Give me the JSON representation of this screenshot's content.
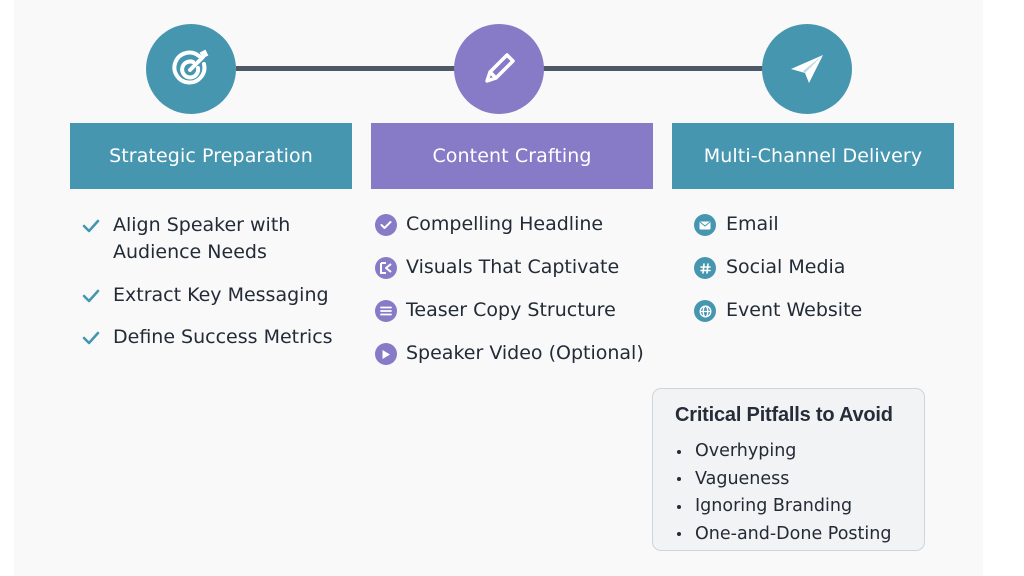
{
  "colors": {
    "teal": "#4796b0",
    "purple": "#877bc7",
    "connector": "#4d5966",
    "text": "#232b36"
  },
  "steps": [
    {
      "icon": "target-icon",
      "title": "Strategic Preparation",
      "items": [
        {
          "icon": "checkmark-icon",
          "text": "Align Speaker with Audience Needs"
        },
        {
          "icon": "checkmark-icon",
          "text": "Extract Key Messaging"
        },
        {
          "icon": "checkmark-icon",
          "text": "Define Success Metrics"
        }
      ]
    },
    {
      "icon": "pencil-icon",
      "title": "Content Crafting",
      "items": [
        {
          "icon": "check-circle-icon",
          "text": "Compelling Headline"
        },
        {
          "icon": "image-icon",
          "text": "Visuals That Captivate"
        },
        {
          "icon": "text-lines-icon",
          "text": "Teaser Copy Structure"
        },
        {
          "icon": "play-icon",
          "text": "Speaker Video (Optional)"
        }
      ]
    },
    {
      "icon": "paper-plane-icon",
      "title": "Multi-Channel Delivery",
      "items": [
        {
          "icon": "email-icon",
          "text": "Email"
        },
        {
          "icon": "hashtag-icon",
          "text": "Social Media"
        },
        {
          "icon": "globe-icon",
          "text": "Event Website"
        }
      ]
    }
  ],
  "pitfalls": {
    "title": "Critical Pitfalls to Avoid",
    "items": [
      "Overhyping",
      "Vagueness",
      "Ignoring Branding",
      "One-and-Done Posting"
    ]
  }
}
